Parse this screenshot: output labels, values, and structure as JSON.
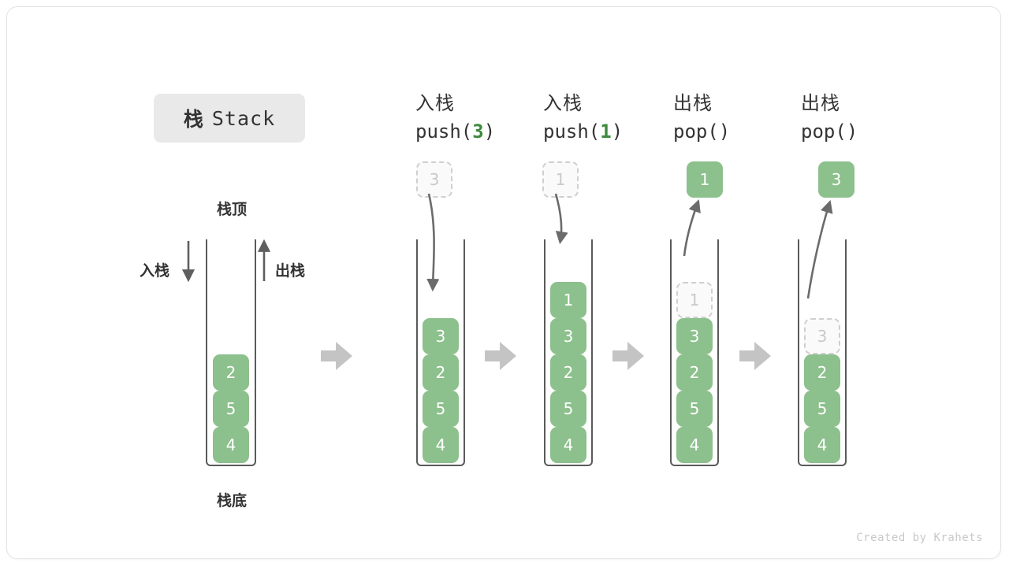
{
  "card": {
    "title_cn": "栈",
    "title_en": "Stack",
    "watermark": "Created by Krahets"
  },
  "legend": {
    "top_label": "栈顶",
    "bottom_label": "栈底",
    "push_label": "入栈",
    "pop_label": "出栈",
    "push_arrow_icon": "arrow-down-icon",
    "pop_arrow_icon": "arrow-up-icon"
  },
  "colors": {
    "cell_green": "#8cc08c",
    "accent_green": "#3e8a3e",
    "ghost_border": "#cfcfcf",
    "ghost_text": "#c9c9c9",
    "outline_gray": "#5a5a5a",
    "block_arrow_gray": "#c4c4c4",
    "badge_gray": "#e9e9e9",
    "text_dark": "#333333"
  },
  "steps": [
    {
      "id": "step-initial",
      "op_cn": "",
      "op_code": "",
      "op_arg": "",
      "floating": null,
      "cells": [
        {
          "value": "2",
          "state": "filled"
        },
        {
          "value": "5",
          "state": "filled"
        },
        {
          "value": "4",
          "state": "filled"
        }
      ]
    },
    {
      "id": "step-push-3",
      "op_cn": "入栈",
      "op_code_pre": "push(",
      "op_arg": "3",
      "op_code_post": ")",
      "floating": {
        "value": "3",
        "state": "ghost"
      },
      "flow_icon": "curved-arrow-down-icon",
      "cells": [
        {
          "value": "3",
          "state": "filled"
        },
        {
          "value": "2",
          "state": "filled"
        },
        {
          "value": "5",
          "state": "filled"
        },
        {
          "value": "4",
          "state": "filled"
        }
      ]
    },
    {
      "id": "step-push-1",
      "op_cn": "入栈",
      "op_code_pre": "push(",
      "op_arg": "1",
      "op_code_post": ")",
      "floating": {
        "value": "1",
        "state": "ghost"
      },
      "flow_icon": "curved-arrow-down-icon",
      "cells": [
        {
          "value": "1",
          "state": "filled"
        },
        {
          "value": "3",
          "state": "filled"
        },
        {
          "value": "2",
          "state": "filled"
        },
        {
          "value": "5",
          "state": "filled"
        },
        {
          "value": "4",
          "state": "filled"
        }
      ]
    },
    {
      "id": "step-pop-1",
      "op_cn": "出栈",
      "op_code_pre": "pop(",
      "op_arg": "",
      "op_code_post": ")",
      "floating": {
        "value": "1",
        "state": "filled"
      },
      "flow_icon": "curved-arrow-up-icon",
      "cells": [
        {
          "value": "1",
          "state": "ghost"
        },
        {
          "value": "3",
          "state": "filled"
        },
        {
          "value": "2",
          "state": "filled"
        },
        {
          "value": "5",
          "state": "filled"
        },
        {
          "value": "4",
          "state": "filled"
        }
      ]
    },
    {
      "id": "step-pop-3",
      "op_cn": "出栈",
      "op_code_pre": "pop(",
      "op_arg": "",
      "op_code_post": ")",
      "floating": {
        "value": "3",
        "state": "filled"
      },
      "flow_icon": "curved-arrow-up-icon",
      "cells": [
        {
          "value": "3",
          "state": "ghost"
        },
        {
          "value": "2",
          "state": "filled"
        },
        {
          "value": "5",
          "state": "filled"
        },
        {
          "value": "4",
          "state": "filled"
        }
      ]
    }
  ],
  "transitions": [
    {
      "icon": "block-arrow-right-icon"
    },
    {
      "icon": "block-arrow-right-icon"
    },
    {
      "icon": "block-arrow-right-icon"
    },
    {
      "icon": "block-arrow-right-icon"
    }
  ]
}
